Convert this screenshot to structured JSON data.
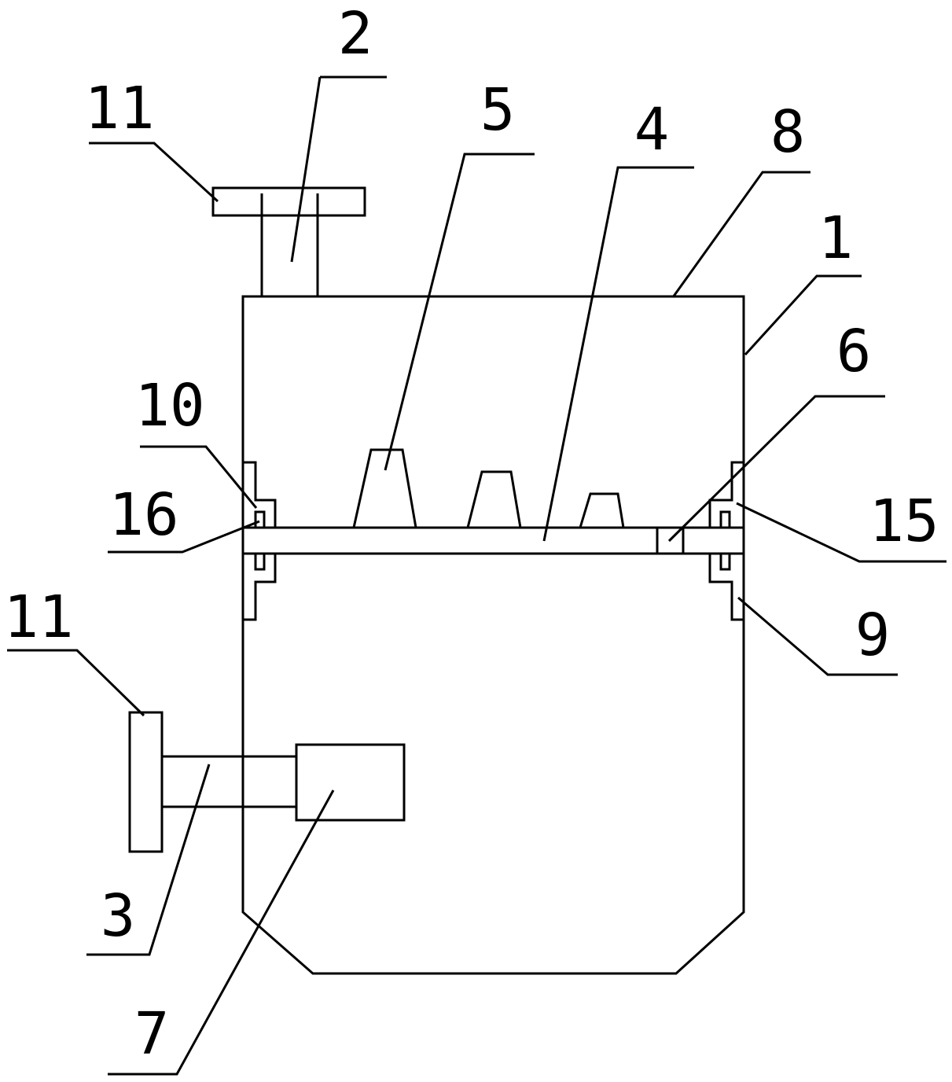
{
  "labels": {
    "l1": "1",
    "l2": "2",
    "l3": "3",
    "l4": "4",
    "l5": "5",
    "l6": "6",
    "l7": "7",
    "l8": "8",
    "l9": "9",
    "l10": "10",
    "l11_top": "11",
    "l11_left": "11",
    "l15": "15",
    "l16": "16"
  },
  "colors": {
    "stroke": "#000000",
    "background": "#ffffff"
  }
}
